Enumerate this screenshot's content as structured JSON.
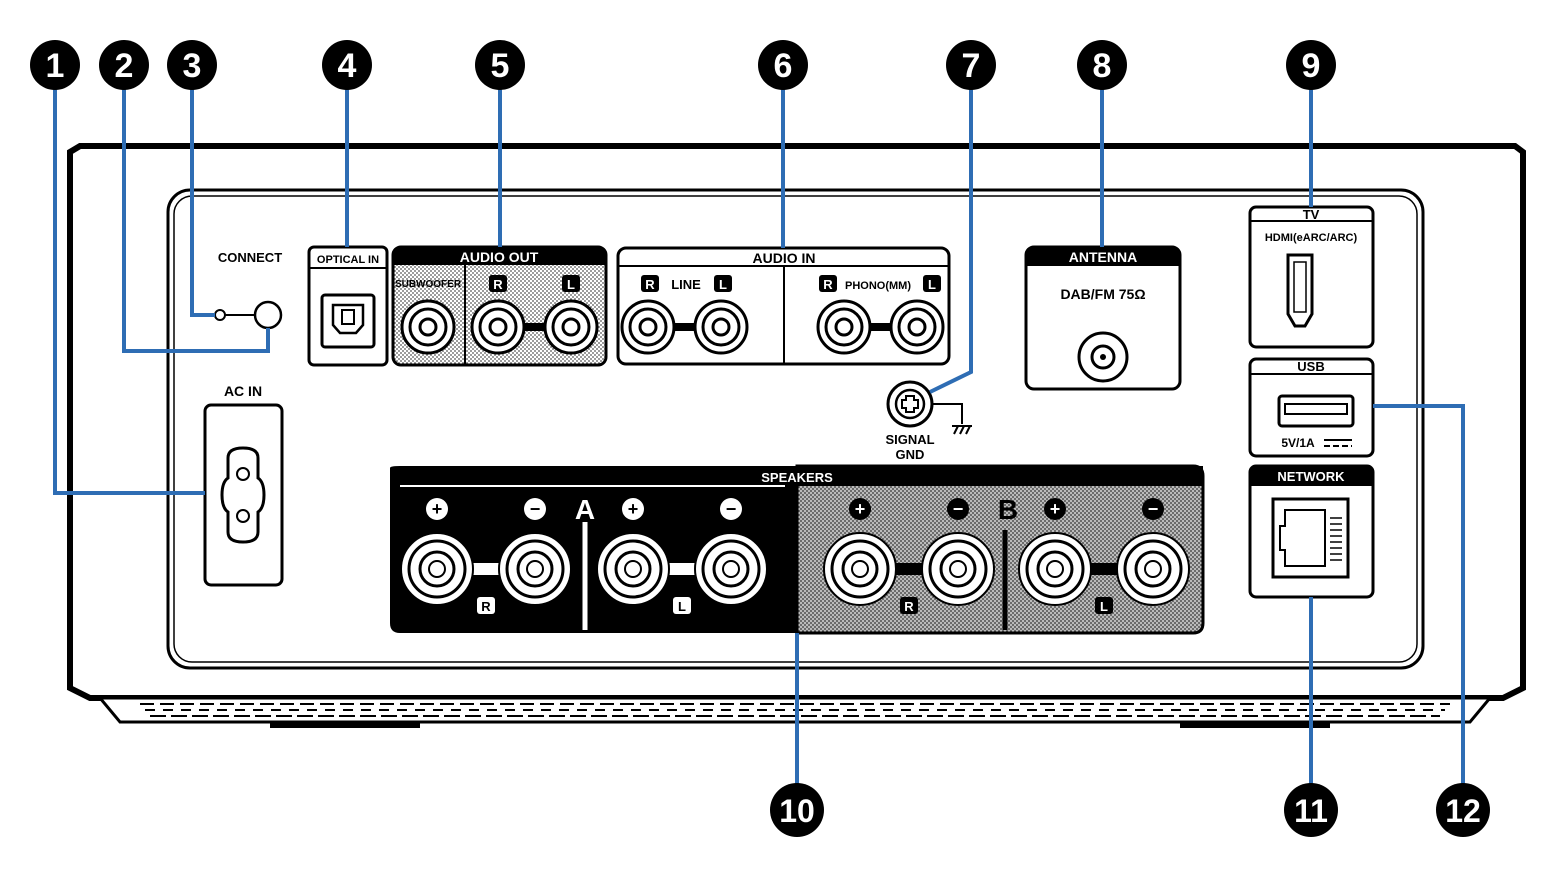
{
  "colors": {
    "leader": "#2e6db4",
    "ink": "#000000",
    "paper": "#ffffff",
    "screen": "#c8c8c8"
  },
  "callouts": [
    "1",
    "2",
    "3",
    "4",
    "5",
    "6",
    "7",
    "8",
    "9",
    "10",
    "11",
    "12"
  ],
  "labels": {
    "connect": "CONNECT",
    "ac_in": "AC IN",
    "optical_in": "OPTICAL IN",
    "audio_out": "AUDIO OUT",
    "subwoofer": "SUBWOOFER",
    "r": "R",
    "l": "L",
    "audio_in": "AUDIO IN",
    "line": "LINE",
    "phono": "PHONO(MM)",
    "antenna": "ANTENNA",
    "dab_fm": "DAB/FM 75Ω",
    "signal": "SIGNAL",
    "gnd": "GND",
    "tv": "TV",
    "hdmi": "HDMI(eARC/ARC)",
    "usb": "USB",
    "usb_power": "5V/1A",
    "network": "NETWORK",
    "speakers": "SPEAKERS",
    "a": "A",
    "b": "B",
    "plus": "+",
    "minus": "−"
  }
}
